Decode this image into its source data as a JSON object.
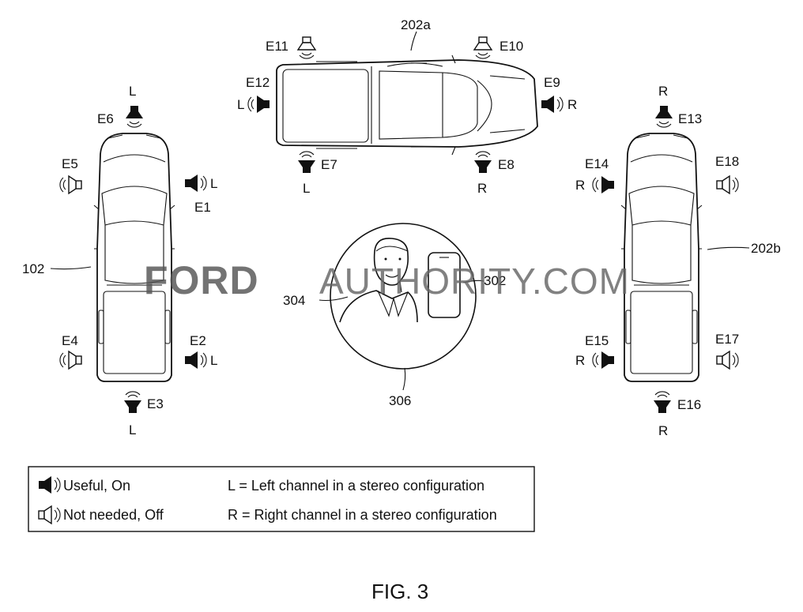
{
  "figure": {
    "caption": "FIG. 3",
    "watermark": {
      "bold": "FORD",
      "rest": "AUTHORITY.COM"
    },
    "refs": {
      "vehicle_top": "202a",
      "vehicle_left": "102",
      "vehicle_right": "202b",
      "person": "304",
      "phone": "302",
      "bubble": "306"
    },
    "speakers": [
      {
        "id": "E1",
        "channel": "L",
        "state": "on"
      },
      {
        "id": "E2",
        "channel": "L",
        "state": "on"
      },
      {
        "id": "E3",
        "channel": "L",
        "state": "on"
      },
      {
        "id": "E4",
        "channel": "",
        "state": "off"
      },
      {
        "id": "E5",
        "channel": "",
        "state": "off"
      },
      {
        "id": "E6",
        "channel": "L",
        "state": "on"
      },
      {
        "id": "E7",
        "channel": "L",
        "state": "on"
      },
      {
        "id": "E8",
        "channel": "R",
        "state": "on"
      },
      {
        "id": "E9",
        "channel": "R",
        "state": "on"
      },
      {
        "id": "E10",
        "channel": "",
        "state": "off"
      },
      {
        "id": "E11",
        "channel": "",
        "state": "off"
      },
      {
        "id": "E12",
        "channel": "L",
        "state": "on"
      },
      {
        "id": "E13",
        "channel": "R",
        "state": "on"
      },
      {
        "id": "E14",
        "channel": "R",
        "state": "on"
      },
      {
        "id": "E15",
        "channel": "R",
        "state": "on"
      },
      {
        "id": "E16",
        "channel": "R",
        "state": "on"
      },
      {
        "id": "E17",
        "channel": "",
        "state": "off"
      },
      {
        "id": "E18",
        "channel": "",
        "state": "off"
      }
    ],
    "legend": {
      "on_label": "Useful, On",
      "off_label": "Not needed, Off",
      "left_def": "L = Left channel in a stereo configuration",
      "right_def": "R = Right channel in a stereo configuration"
    }
  }
}
